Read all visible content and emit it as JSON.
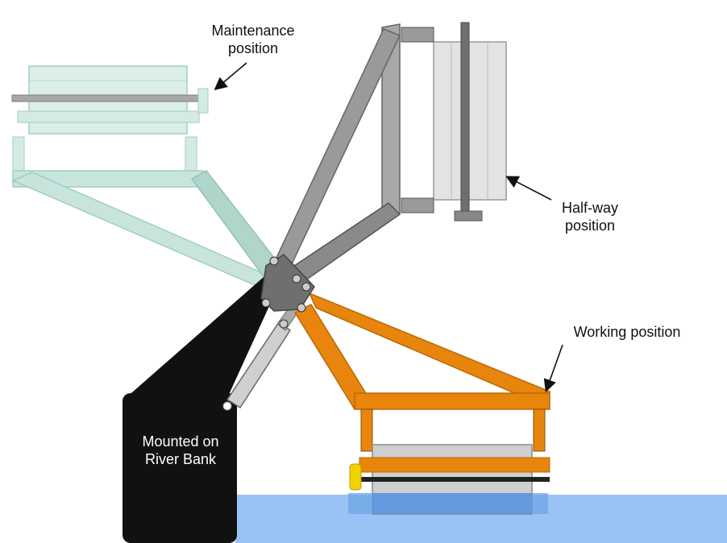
{
  "labels": {
    "maintenance": [
      "Maintenance",
      "position"
    ],
    "halfway": [
      "Half-way",
      "position"
    ],
    "working": [
      "Working position"
    ],
    "mount": [
      "Mounted on",
      "River Bank"
    ]
  },
  "colors": {
    "maintenance_arm": "#bfe0d8",
    "maintenance_arm_dark": "#8fc6b8",
    "halfway_arm": "#9a9a9a",
    "halfway_arm_dark": "#6f6f6f",
    "working_arm": "#e8850c",
    "working_arm_dark": "#b96a08",
    "mount": "#111111",
    "water": "#99c2f5",
    "cylinder": "#cfcfcf"
  }
}
